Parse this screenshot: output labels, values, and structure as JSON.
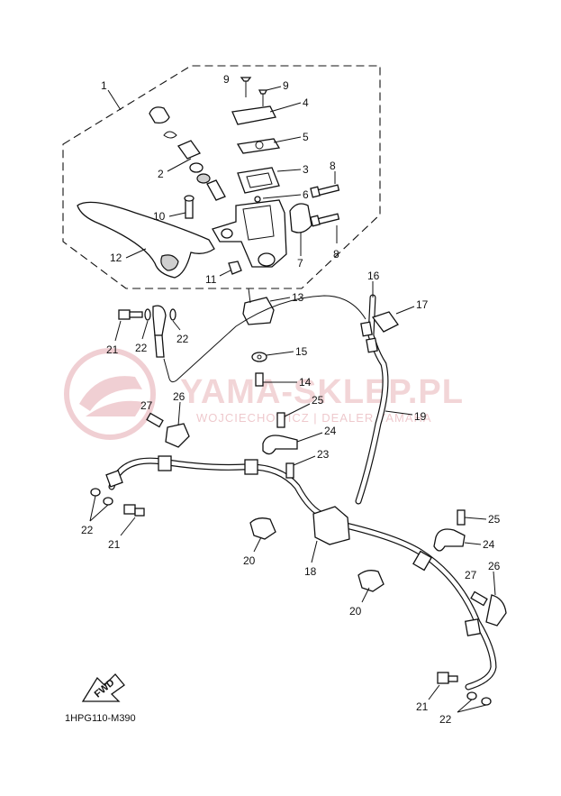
{
  "diagram": {
    "code": "1HPG110-M390",
    "fwd_label": "FWD",
    "watermark": {
      "title": "YAMA-SKLEP.PL",
      "subtitle": "WOJCIECHOWICZ | DEALER YAMAHA"
    },
    "callouts": [
      "1",
      "2",
      "3",
      "4",
      "5",
      "6",
      "7",
      "8",
      "8",
      "9",
      "9",
      "10",
      "11",
      "12",
      "13",
      "14",
      "15",
      "16",
      "17",
      "18",
      "19",
      "20",
      "20",
      "21",
      "21",
      "21",
      "22",
      "22",
      "22",
      "22",
      "23",
      "24",
      "24",
      "25",
      "25",
      "26",
      "26",
      "27",
      "27"
    ]
  }
}
